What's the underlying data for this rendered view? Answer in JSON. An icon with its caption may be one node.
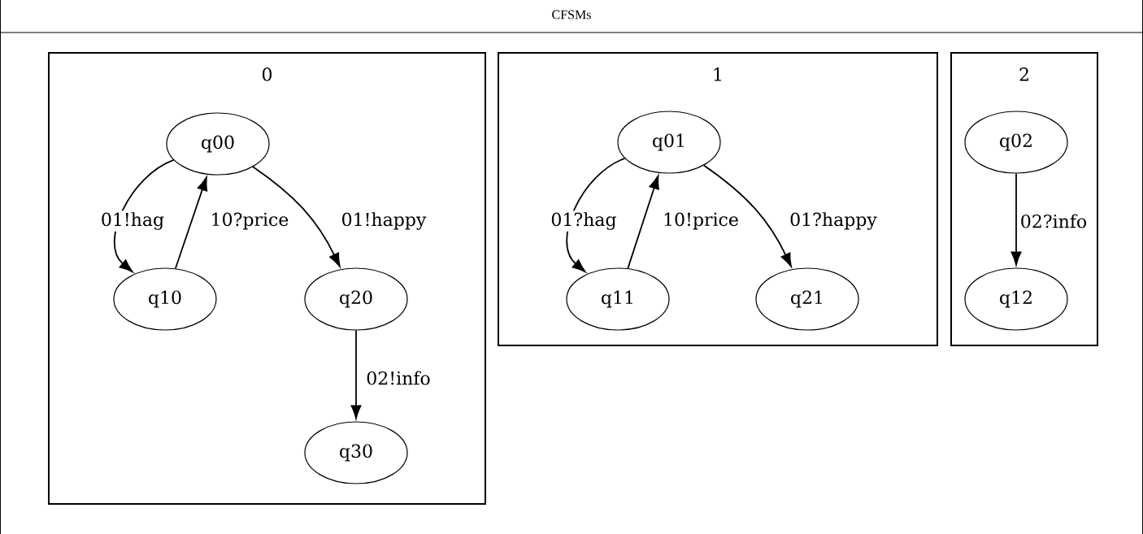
{
  "diagram": {
    "title": "CFSMs",
    "nodes": [
      {
        "text": [
          "0"
        ]
      },
      {
        "text": [
          "1"
        ]
      },
      {
        "text": [
          "2"
        ]
      },
      {
        "text": [
          "q00"
        ],
        "in": 0
      },
      {
        "text": [
          "q10"
        ],
        "in": 0
      },
      {
        "text": [
          "q20"
        ],
        "in": 0
      },
      {
        "text": [
          "q30"
        ],
        "in": 0
      },
      {
        "text": [
          "q01"
        ],
        "in": 1
      },
      {
        "text": [
          "q11"
        ],
        "in": 1
      },
      {
        "text": [
          "q21"
        ],
        "in": 1
      },
      {
        "text": [
          "q02"
        ],
        "in": 2
      },
      {
        "text": [
          "q12"
        ],
        "in": 2
      }
    ],
    "edges": [
      {
        "from": 3,
        "to": 4,
        "arrow": "to",
        "label": "01!hag"
      },
      {
        "from": 4,
        "to": 3,
        "arrow": "to",
        "label": "10?price"
      },
      {
        "from": 3,
        "to": 5,
        "arrow": "to",
        "label": "01!happy"
      },
      {
        "from": 5,
        "to": 6,
        "arrow": "to",
        "label": "02!info"
      },
      {
        "from": 7,
        "to": 8,
        "arrow": "to",
        "label": "01?hag"
      },
      {
        "from": 8,
        "to": 7,
        "arrow": "to",
        "label": "10!price"
      },
      {
        "from": 7,
        "to": 9,
        "arrow": "to",
        "label": "01?happy"
      },
      {
        "from": 10,
        "to": 11,
        "arrow": "to",
        "label": "02?info"
      }
    ]
  }
}
